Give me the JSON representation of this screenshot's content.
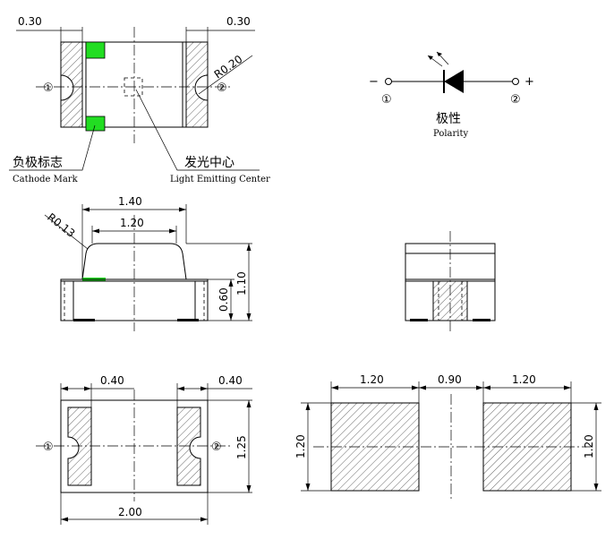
{
  "top_view": {
    "dim_left": "0.30",
    "dim_right": "0.30",
    "radius": "R0.20",
    "pin1": "①",
    "pin2": "②",
    "cathode_cn": "负极标志",
    "cathode_en": "Cathode Mark",
    "center_cn": "发光中心",
    "center_en": "Light Emitting Center",
    "mark_color": "#22dd22"
  },
  "polarity": {
    "minus": "−",
    "plus": "+",
    "pin1": "①",
    "pin2": "②",
    "title_cn": "极性",
    "title_en": "Polarity"
  },
  "side_view": {
    "width_top": "1.40",
    "width_inner": "1.20",
    "radius": "R0.13",
    "height_total": "1.10",
    "height_base": "0.60"
  },
  "bottom_view": {
    "dim_left": "0.40",
    "dim_right": "0.40",
    "height": "1.25",
    "width": "2.00",
    "pin1": "①",
    "pin2": "②"
  },
  "footprint": {
    "pad_width_left": "1.20",
    "gap": "0.90",
    "pad_width_right": "1.20",
    "pad_height_left": "1.20",
    "pad_height_right": "1.20"
  }
}
